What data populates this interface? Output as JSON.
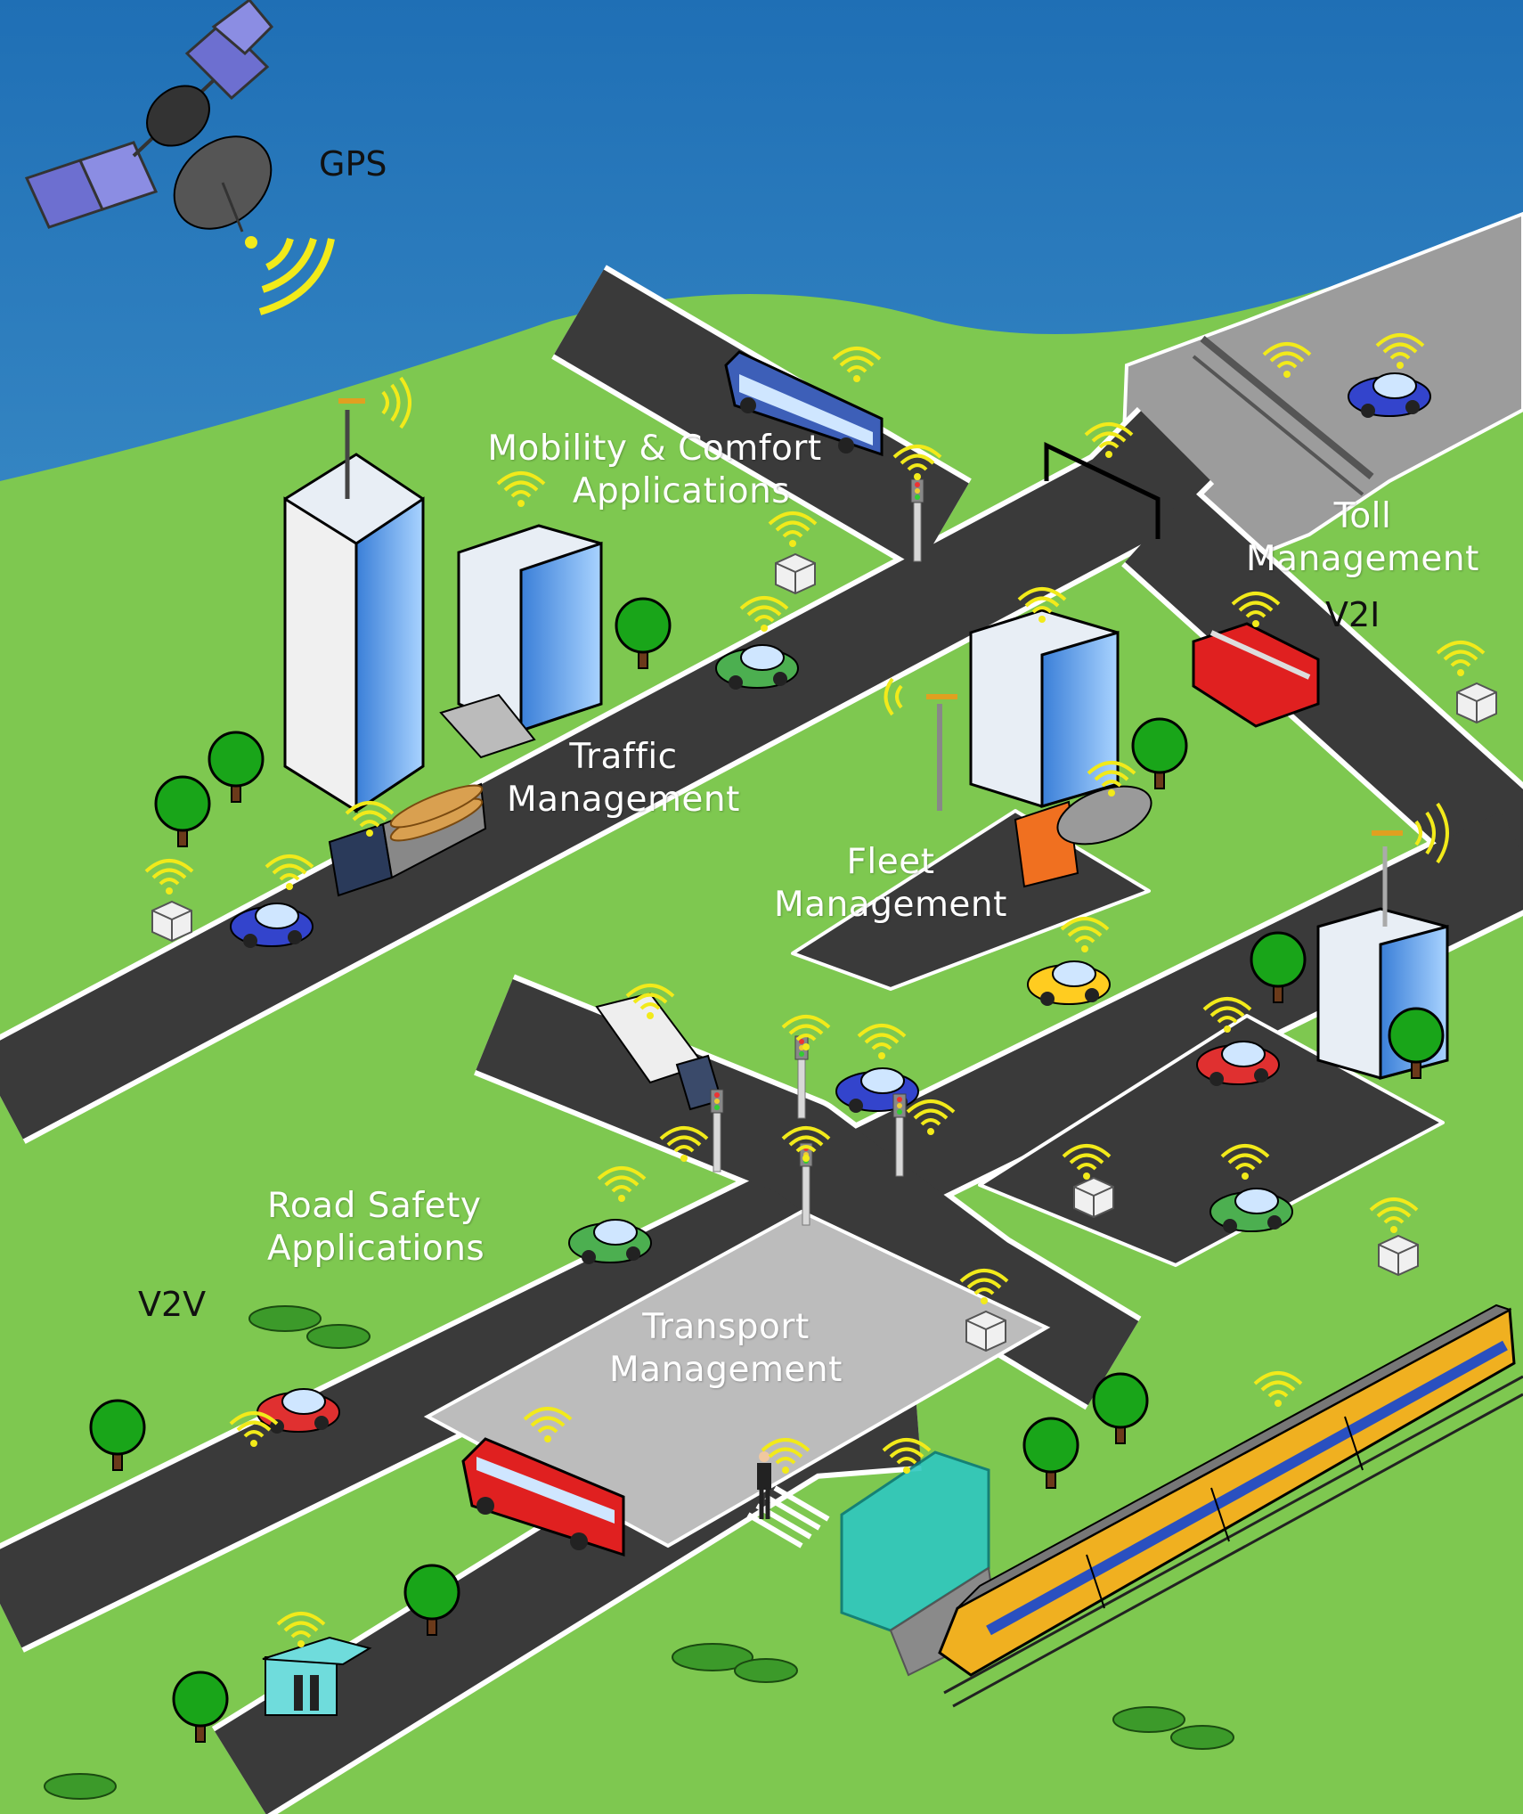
{
  "labels": {
    "gps": "GPS",
    "mobility": [
      "Mobility & Comfort",
      "Applications"
    ],
    "traffic": [
      "Traffic",
      "Management"
    ],
    "fleet": [
      "Fleet",
      "Management"
    ],
    "toll": [
      "Toll",
      "Management"
    ],
    "v2i": "V2I",
    "road_safety": [
      "Road Safety",
      "Applications"
    ],
    "v2v": "V2V",
    "transport": [
      "Transport",
      "Management"
    ]
  },
  "colors": {
    "sky_top": "#1f6fb5",
    "sky_bottom": "#6ec0e6",
    "grass": "#7ec850",
    "road": "#3a3a3a",
    "road_edge": "#ffffff",
    "plaza": "#bcbcbc",
    "signal": "#f2ea1a",
    "train": "#f0b020"
  },
  "icons": [
    "satellite-icon",
    "wifi-signal-icon",
    "antenna-tower-icon",
    "building-icon",
    "tree-icon",
    "car-icon",
    "bus-icon",
    "truck-icon",
    "fire-truck-icon",
    "tanker-truck-icon",
    "traffic-light-icon",
    "sensor-box-icon",
    "toll-gate-icon",
    "train-icon",
    "pedestrian-icon",
    "bus-stop-icon",
    "tunnel-icon"
  ]
}
